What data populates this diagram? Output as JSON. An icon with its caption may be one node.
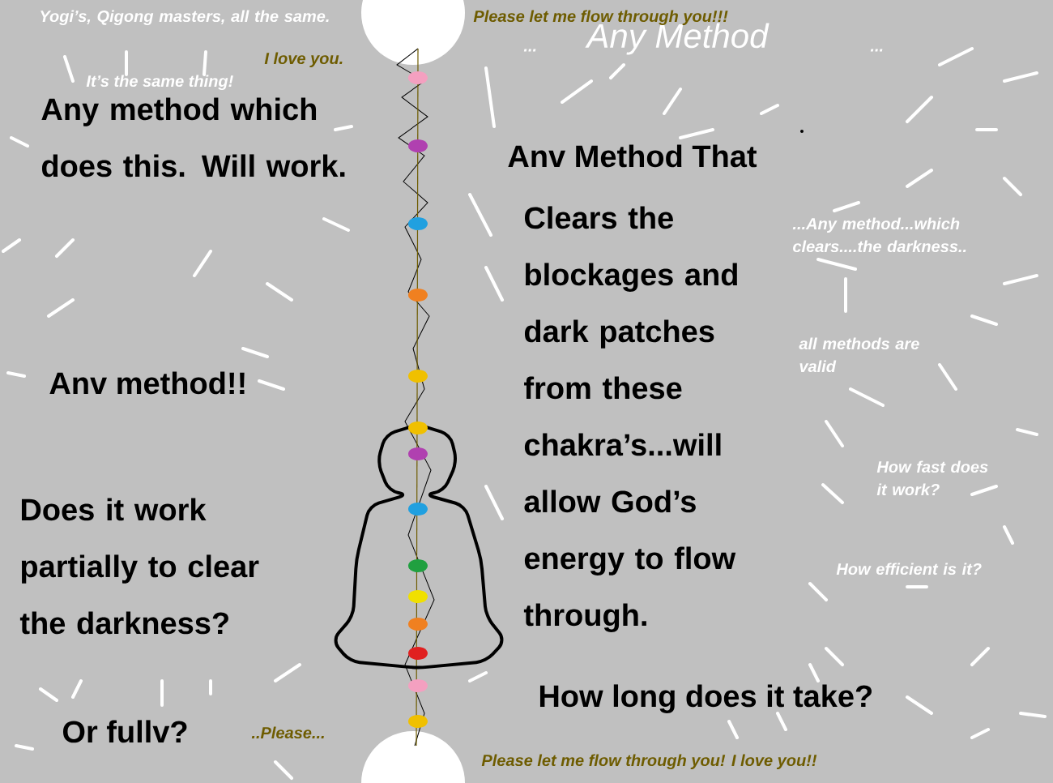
{
  "diagram": {
    "title": "Any Method",
    "labels": [
      "Yogi’s, Qigong masters, all the same.",
      "I love you.",
      "It’s the same thing!",
      "Please let me flow through you!!!",
      "...",
      "...",
      "Any method which does this. Will work.",
      "Anv Method That",
      "Clears the blockages and dark patches from these chakra’s...will allow God’s energy to flow through.",
      "...Any method...which clears....the darkness..",
      "Anv method!!",
      "all methods are valid",
      "How fast does it work?",
      "Does it work partially to clear the darkness?",
      "How efficient is it?",
      "How long does it take?",
      "Or fullv?",
      "..Please...",
      "Please let me flow through you! I love you!!"
    ]
  }
}
